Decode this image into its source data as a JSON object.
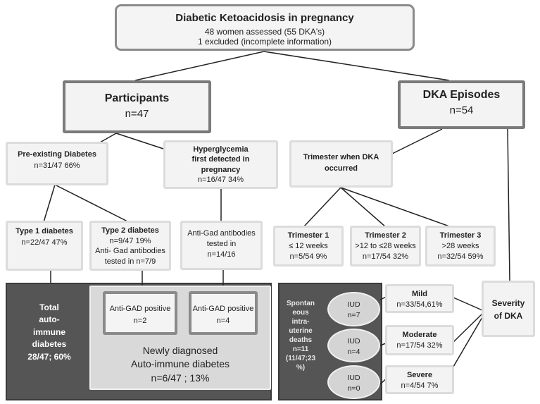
{
  "top": {
    "title": "Diabetic Ketoacidosis in pregnancy",
    "line1": "48 women assessed (55 DKA's)",
    "line2": "1 excluded (incomplete information)"
  },
  "participants": {
    "title": "Participants",
    "n": "n=47"
  },
  "episodes": {
    "title": "DKA Episodes",
    "n": "n=54"
  },
  "preexisting": {
    "title": "Pre-existing Diabetes",
    "value": "n=31/47 66%"
  },
  "hyperglycemia": {
    "line1": "Hyperglycemia",
    "line2": "first detected in",
    "line3": "pregnancy",
    "value": "n=16/47 34%"
  },
  "trimester_when": {
    "line1": "Trimester when DKA",
    "line2": "occurred"
  },
  "type1": {
    "title": "Type 1 diabetes",
    "value": "n=22/47 47%"
  },
  "type2": {
    "title": "Type 2 diabetes",
    "value": "n=9/47 19%",
    "line3": "Anti- Gad antibodies",
    "line4": "tested in n=7/9"
  },
  "antigad_tested": {
    "line1": "Anti-Gad antibodies",
    "line2": "tested in",
    "line3": "n=14/16"
  },
  "trimester1": {
    "title": "Trimester 1",
    "line2": "≤ 12 weeks",
    "line3": "n=5/54 9%"
  },
  "trimester2": {
    "title": "Trimester 2",
    "line2": ">12 to ≤28 weeks",
    "line3": "n=17/54 32%"
  },
  "trimester3": {
    "title": "Trimester 3",
    "line2": ">28 weeks",
    "line3": "n=32/54 59%"
  },
  "total_autoimmune": {
    "line1": "Total",
    "line2": "auto-",
    "line3": "immune",
    "line4": "diabetes",
    "line5": "28/47; 60%"
  },
  "antigad_pos1": {
    "line1": "Anti-GAD positive",
    "line2": "n=2"
  },
  "antigad_pos2": {
    "line1": "Anti-GAD positive",
    "line2": "n=4"
  },
  "newly": {
    "line1": "Newly diagnosed",
    "line2": "Auto-immune diabetes",
    "line3": "n=6/47 ; 13%"
  },
  "iud_panel": {
    "line1": "Spontan",
    "line2": "eous",
    "line3": "intra-",
    "line4": "uterine",
    "line5": "deaths",
    "line6": "n=11",
    "line7": "(11/47;23",
    "line8": "%)"
  },
  "iud1": {
    "label": "IUD",
    "value": "n=7"
  },
  "iud2": {
    "label": "IUD",
    "value": "n=4"
  },
  "iud3": {
    "label": "IUD",
    "value": "n=0"
  },
  "mild": {
    "title": "Mild",
    "value": "n=33/54,61%"
  },
  "moderate": {
    "title": "Moderate",
    "value": "n=17/54 32%"
  },
  "severe": {
    "title": "Severe",
    "value": "n=4/54 7%"
  },
  "severity": {
    "line1": "Severity",
    "line2": "of DKA"
  }
}
